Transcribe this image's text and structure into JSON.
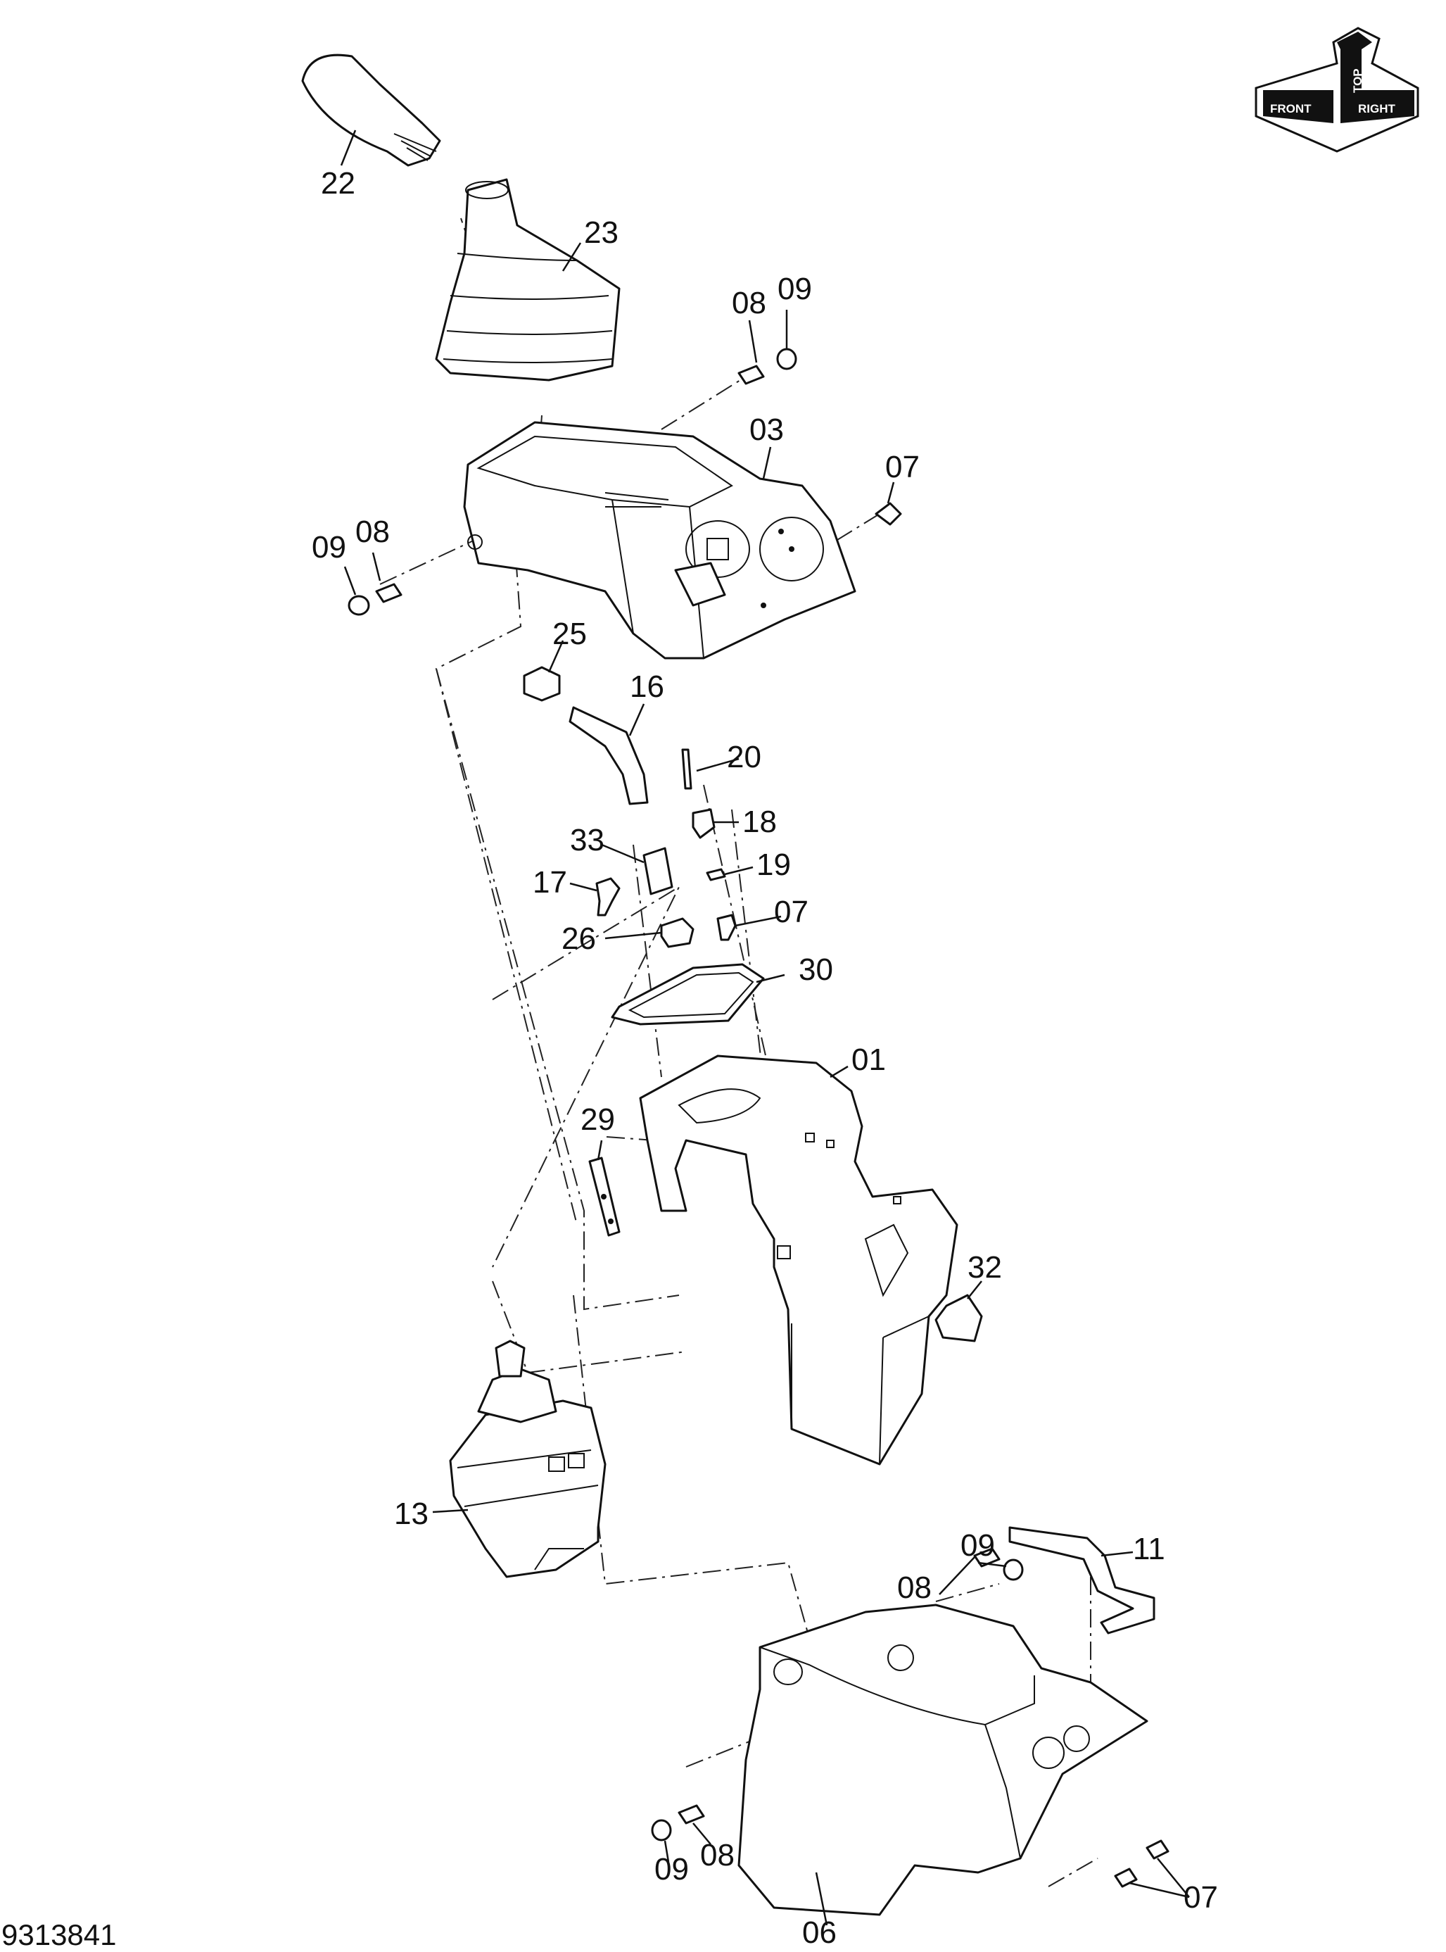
{
  "document_number": "9313841",
  "orientation_indicator": {
    "labels": {
      "front": "FRONT",
      "top": "TOP",
      "right": "RIGHT"
    }
  },
  "callouts": {
    "c22": "22",
    "c23": "23",
    "c08a": "08",
    "c09a": "09",
    "c03": "03",
    "c07a": "07",
    "c09b": "09",
    "c08b": "08",
    "c25": "25",
    "c16": "16",
    "c20": "20",
    "c18": "18",
    "c33": "33",
    "c19": "19",
    "c17": "17",
    "c07b": "07",
    "c26": "26",
    "c30": "30",
    "c01": "01",
    "c29": "29",
    "c32": "32",
    "c13": "13",
    "c09c": "09",
    "c11": "11",
    "c08c": "08",
    "c09d": "09",
    "c08d": "08",
    "c06": "06",
    "c07c": "07"
  }
}
